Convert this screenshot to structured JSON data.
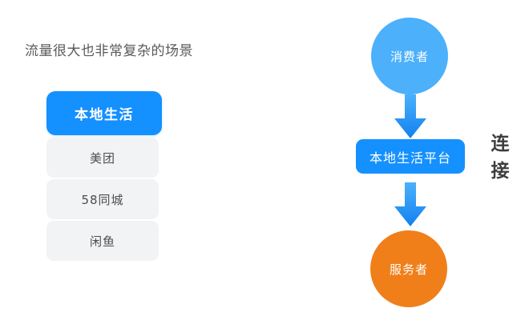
{
  "left": {
    "title": "流量很大也非常复杂的场景",
    "categories": [
      {
        "label": "本地生活",
        "active": true
      },
      {
        "label": "美团",
        "active": false
      },
      {
        "label": "58同城",
        "active": false
      },
      {
        "label": "闲鱼",
        "active": false
      }
    ]
  },
  "flow": {
    "consumer": "消费者",
    "platform": "本地生活平台",
    "provider": "服务者",
    "connect_line1": "连",
    "connect_line2": "接",
    "arrow_top_icon": "arrow-down-icon",
    "arrow_bottom_icon": "arrow-down-icon"
  },
  "colors": {
    "accent_blue": "#1590ff",
    "light_blue": "#4cb0fb",
    "orange": "#f07f1a",
    "item_gray": "#f2f3f5",
    "title_gray": "#595959",
    "background": "#ffffff"
  }
}
